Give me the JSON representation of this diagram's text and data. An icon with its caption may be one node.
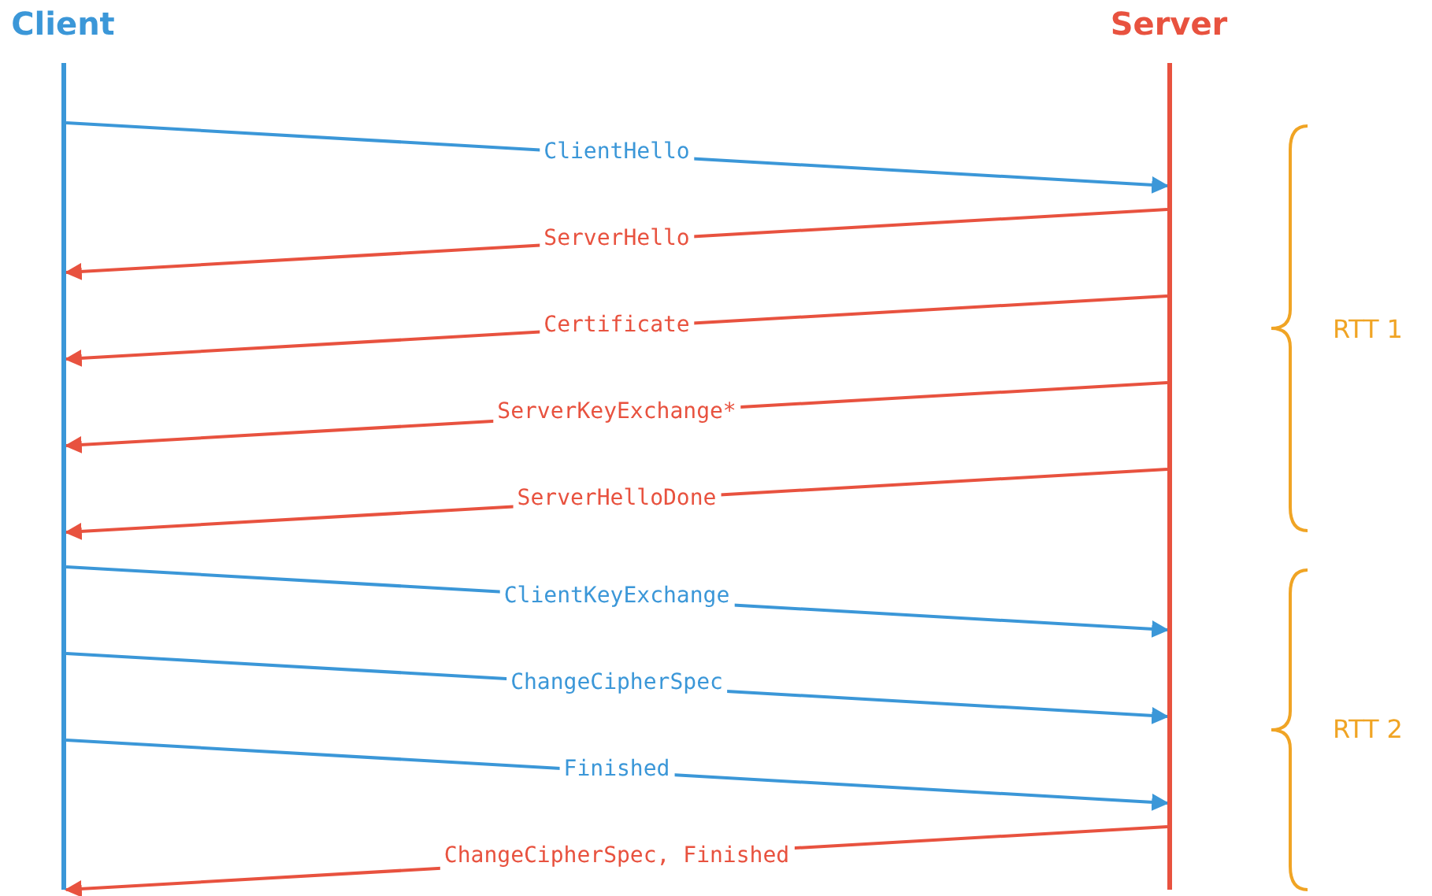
{
  "diagram": {
    "nodes": [
      {
        "text": [],
        "shape": "bar",
        "beside": [
          "Client"
        ]
      },
      {
        "text": [],
        "shape": "bar",
        "beside": [
          "Server"
        ]
      }
    ],
    "edges": [
      {
        "from": 0,
        "to": 1,
        "arrow": "to",
        "label": "ClientHello",
        "color": "#3b97d8"
      },
      {
        "from": 1,
        "to": 0,
        "arrow": "to",
        "label": "ServerHello"
      },
      {
        "from": 1,
        "to": 0,
        "arrow": "to",
        "label": "Certificate"
      },
      {
        "from": 1,
        "to": 0,
        "arrow": "to",
        "label": "ServerKeyExchange*"
      },
      {
        "from": 1,
        "to": 0,
        "arrow": "to",
        "label": "ServerHelloDone"
      },
      {
        "from": 0,
        "to": 1,
        "arrow": "to",
        "label": "ClientKeyExchange",
        "color": "#3b97d8"
      },
      {
        "from": 0,
        "to": 1,
        "arrow": "to",
        "label": "ChangeCipherSpec",
        "color": "#3b97d8"
      },
      {
        "from": 0,
        "to": 1,
        "arrow": "to",
        "label": "Finished",
        "color": "#3b97d8"
      },
      {
        "from": 1,
        "to": 0,
        "arrow": "to",
        "label": "ChangeCipherSpec, Finished"
      }
    ],
    "labels": [
      "RTT 1",
      "RTT 2"
    ]
  }
}
